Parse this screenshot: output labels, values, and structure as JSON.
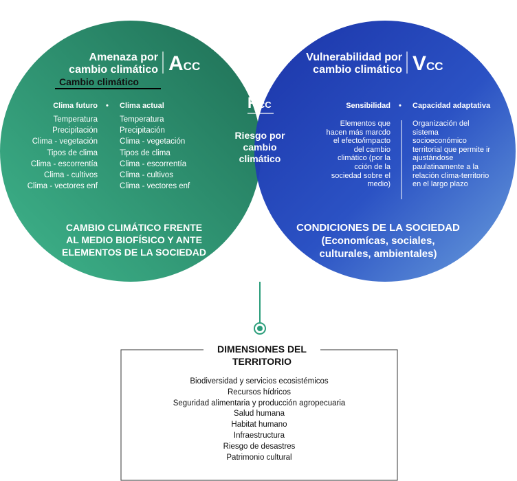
{
  "colors": {
    "green_dark": "#1e6e55",
    "green_light": "#3fb58c",
    "blue_dark": "#1b34a8",
    "blue_light": "#6a9fdc",
    "connector": "#2a9d7a",
    "box_border": "#333333"
  },
  "amenaza": {
    "title_line1": "Amenaza por",
    "title_line2": "cambio climático",
    "symbol": "A",
    "symbol_sub": "CC",
    "subtitle": "Cambio climático",
    "col1_header": "Clima futuro",
    "col2_header": "Clima actual",
    "bullet": "•",
    "col1_items": [
      "Temperatura",
      "Precipitación",
      "Clima - vegetación",
      "Tipos de clima",
      "Clima - escorrentía",
      "Clima - cultivos",
      "Clima - vectores enf"
    ],
    "col2_items": [
      "Temperatura",
      "Precipitación",
      "Clima - vegetación",
      "Tipos de clima",
      "Clima - escorrentía",
      "Clima - cultivos",
      "Clima - vectores enf"
    ],
    "footer_line1": "CAMBIO CLIMÁTICO FRENTE",
    "footer_line2": "AL MEDIO BIOFÍSICO Y ANTE",
    "footer_line3": "ELEMENTOS DE LA SOCIEDAD"
  },
  "vulnerabilidad": {
    "title_line1": "Vulnerabilidad por",
    "title_line2": "cambio climático",
    "symbol": "V",
    "symbol_sub": "CC",
    "col1_header": "Sensibilidad",
    "col2_header": "Capacidad adaptativa",
    "bullet": "•",
    "col1_lines": [
      "Elementos que",
      "hacen más marcdo",
      "el efecto/impacto",
      "del cambio",
      "climático (por la",
      "cción de la",
      "sociedad sobre el",
      "medio)"
    ],
    "col2_lines": [
      "Organización del",
      "sistema",
      "socioeconómico",
      "territorial que permite ir",
      "ajustándose",
      "paulatinamente a la",
      "relación clima-territorio",
      "en el largo plazo"
    ],
    "footer_line1": "CONDICIONES DE LA SOCIEDAD",
    "footer_line2": "(Economícas, sociales,",
    "footer_line3": "culturales, ambientales)"
  },
  "riesgo": {
    "symbol": "R",
    "symbol_sub": "CC",
    "label_line1": "Riesgo por",
    "label_line2": "cambio",
    "label_line3": "climático"
  },
  "dimensiones": {
    "title_line1": "DIMENSIONES DEL",
    "title_line2": "TERRITORIO",
    "items": [
      "Biodiversidad y servicios ecosistémicos",
      "Recursos hídricos",
      "Seguridad alimentaria y producción agropecuaria",
      "Salud humana",
      "Habitat humano",
      "Infraestructura",
      "Riesgo de desastres",
      "Patrimonio cultural"
    ]
  }
}
